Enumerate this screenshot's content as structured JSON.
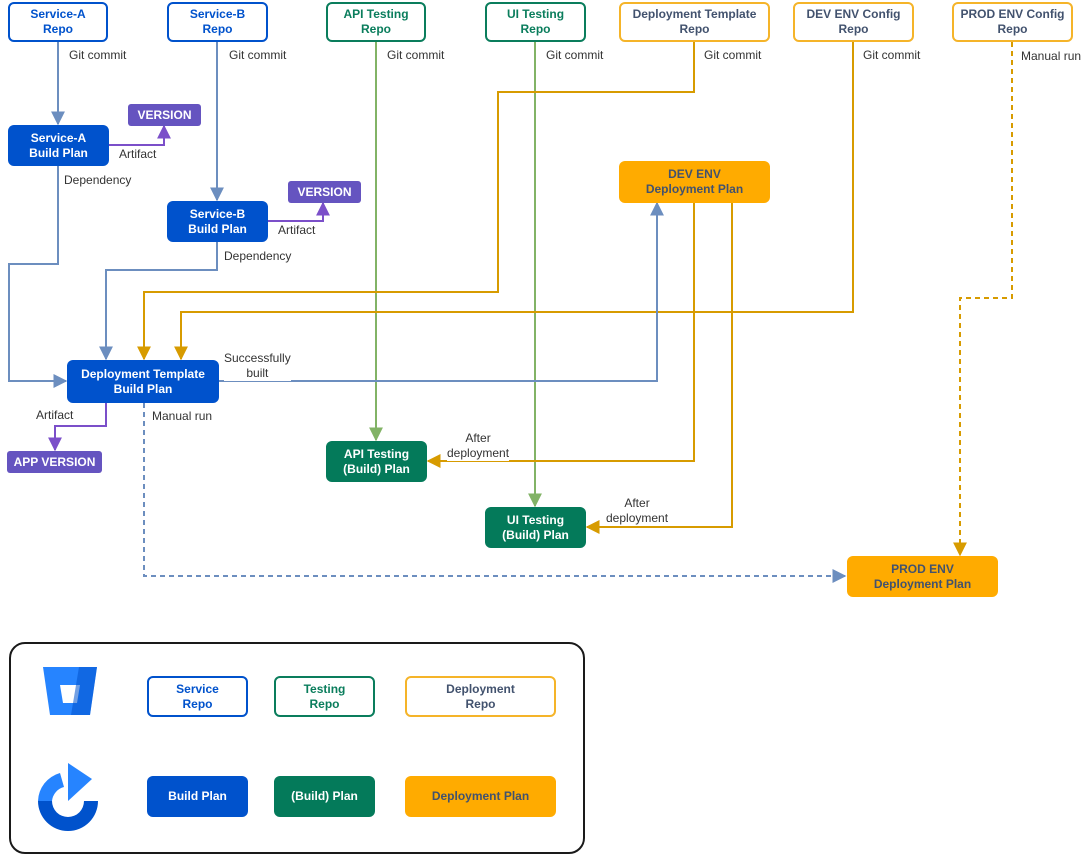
{
  "nodes": {
    "service_a_repo": "Service-A\nRepo",
    "service_b_repo": "Service-B\nRepo",
    "api_testing_repo": "API Testing\nRepo",
    "ui_testing_repo": "UI Testing\nRepo",
    "deployment_template_repo": "Deployment Template\nRepo",
    "dev_env_config_repo": "DEV ENV Config\nRepo",
    "prod_env_config_repo": "PROD ENV Config\nRepo",
    "service_a_build_plan": "Service-A\nBuild Plan",
    "service_b_build_plan": "Service-B\nBuild Plan",
    "version_a": "VERSION",
    "version_b": "VERSION",
    "dev_env_deployment_plan": "DEV ENV\nDeployment Plan",
    "deployment_template_build_plan": "Deployment Template\nBuild Plan",
    "app_version": "APP VERSION",
    "api_testing_build_plan": "API Testing\n(Build) Plan",
    "ui_testing_build_plan": "UI Testing\n(Build) Plan",
    "prod_env_deployment_plan": "PROD ENV\nDeployment Plan"
  },
  "edge_labels": {
    "git_commit_service_a": "Git commit",
    "git_commit_service_b": "Git commit",
    "git_commit_api_testing": "Git commit",
    "git_commit_ui_testing": "Git commit",
    "git_commit_deployment_template": "Git commit",
    "git_commit_dev_env_config": "Git commit",
    "manual_run_prod": "Manual run",
    "artifact_service_a": "Artifact",
    "artifact_service_b": "Artifact",
    "dependency_service_a": "Dependency",
    "dependency_service_b": "Dependency",
    "successfully_built": "Successfully\nbuilt",
    "artifact_app": "Artifact",
    "manual_run_template": "Manual run",
    "after_deployment_api": "After\ndeployment",
    "after_deployment_ui": "After\ndeployment"
  },
  "legend": {
    "bitbucket_icon": "bitbucket-icon",
    "bamboo_icon": "bamboo-icon",
    "service_repo": "Service\nRepo",
    "testing_repo": "Testing\nRepo",
    "deployment_repo": "Deployment\nRepo",
    "build_plan": "Build Plan",
    "build_plan_testing": "(Build) Plan",
    "deployment_plan": "Deployment Plan"
  },
  "colors": {
    "blue": "#0052CC",
    "green": "#0A7D5C",
    "orange": "#FFAB00",
    "purple": "#6554C0",
    "edge_blue": "#6C8EBF",
    "edge_green": "#82B366",
    "edge_orange": "#D79B00",
    "edge_purple": "#7B4FC9"
  }
}
